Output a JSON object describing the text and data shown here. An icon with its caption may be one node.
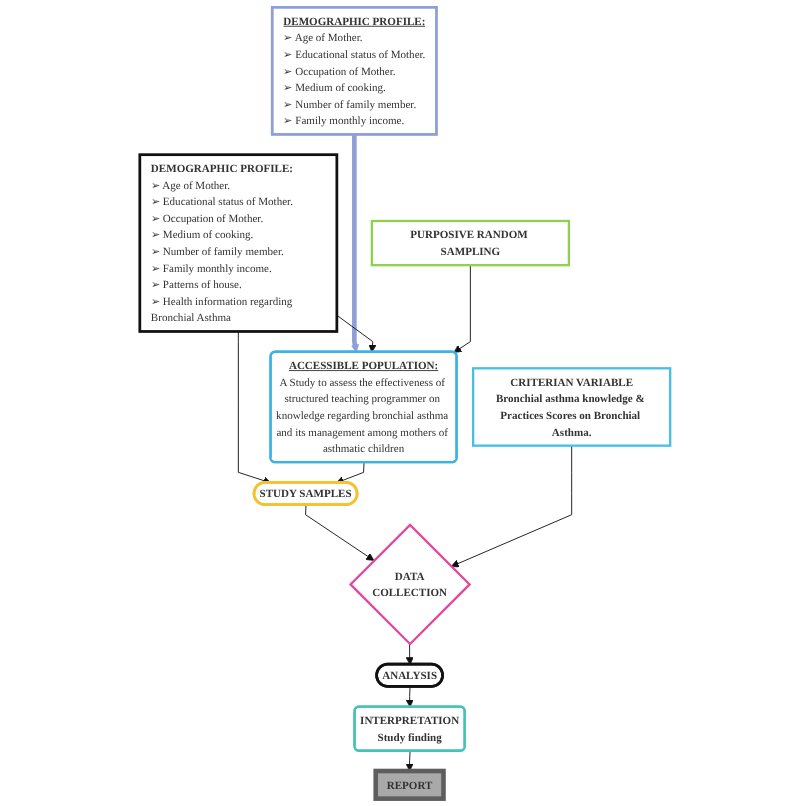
{
  "diagram": {
    "nodes": [
      {
        "text": [
          "DEMOGRAPHIC PROFILE:",
          "➢ Age of Mother.",
          "➢ Educational status of Mother.",
          "➢ Occupation of Mother.",
          "➢ Medium of cooking.",
          "➢ Number of family member.",
          "➢ Family monthly income."
        ]
      },
      {
        "text": [
          "DEMOGRAPHIC PROFILE:",
          "➢ Age of Mother.",
          "➢ Educational status of Mother.",
          "➢ Occupation of Mother.",
          "➢ Medium of cooking.",
          "➢ Number of family member.",
          "➢ Family monthly income.",
          "➢ Patterns of house.",
          "➢ Health information regarding Bronchial Asthma"
        ]
      },
      {
        "text": [
          "ACCESSIBLE POPULATION:",
          "A Study to assess the effectiveness of structured teaching programmer on knowledge regarding bronchial asthma and its management among mothers of asthmatic children"
        ]
      },
      {
        "text": [
          "PURPOSIVE RANDOM SAMPLING"
        ]
      },
      {
        "text": [
          "STUDY SAMPLES"
        ]
      },
      {
        "text": [
          "CRITERIAN VARIABLE",
          "Bronchial asthma knowledge & Practices Scores on Bronchial Asthma."
        ]
      },
      {
        "text": [
          "DATA COLLECTION"
        ]
      },
      {
        "text": [
          "ANALYSIS"
        ]
      },
      {
        "text": [
          "INTERPRETATION",
          "Study finding"
        ]
      },
      {
        "text": [
          "REPORT"
        ]
      }
    ],
    "edges": [
      {
        "from": 0,
        "to": 2,
        "arrow": "to",
        "style": "thick",
        "color": "#8e9fd8"
      },
      {
        "from": 1,
        "to": 2,
        "arrow": "to"
      },
      {
        "from": 1,
        "to": 4,
        "arrow": "to"
      },
      {
        "from": 3,
        "to": 2,
        "arrow": "to"
      },
      {
        "from": 2,
        "to": 4,
        "arrow": "to"
      },
      {
        "from": 4,
        "to": 6,
        "arrow": "to"
      },
      {
        "from": 5,
        "to": 6,
        "arrow": "to"
      },
      {
        "from": 6,
        "to": 7,
        "arrow": "to"
      },
      {
        "from": 7,
        "to": 8,
        "arrow": "to"
      },
      {
        "from": 8,
        "to": 9,
        "arrow": "to"
      }
    ]
  }
}
